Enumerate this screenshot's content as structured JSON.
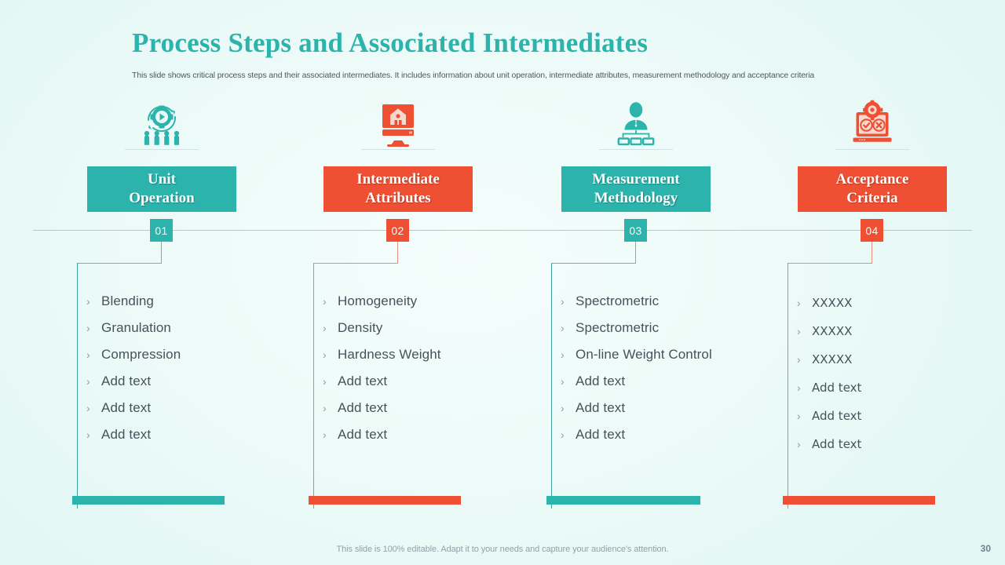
{
  "slide": {
    "title": "Process Steps and Associated Intermediates",
    "subtitle": "This slide shows critical process steps and their associated intermediates. It includes information about unit operation, intermediate attributes, measurement methodology and acceptance criteria",
    "footer_note": "This slide is 100% editable. Adapt it to your needs and capture your audience's attention.",
    "page_number": "30",
    "background_color": "#eafaf8",
    "teal": "#2bb3ac",
    "red": "#ef4f32",
    "text_color": "#46525a",
    "title_color": "#2bb3ac"
  },
  "columns": [
    {
      "number": "01",
      "heading_line1": "Unit",
      "heading_line2": "Operation",
      "accent": "teal",
      "accent_color": "#2bb3ac",
      "icon": "gear-people-icon",
      "items": [
        "Blending",
        "Granulation",
        "Compression",
        "Add  text",
        "Add  text",
        "Add  text"
      ]
    },
    {
      "number": "02",
      "heading_line1": "Intermediate",
      "heading_line2": "Attributes",
      "accent": "red",
      "accent_color": "#ef4f32",
      "icon": "monitor-house-icon",
      "items": [
        "Homogeneity",
        "Density",
        "Hardness  Weight",
        "Add  text",
        "Add  text",
        "Add  text"
      ]
    },
    {
      "number": "03",
      "heading_line1": "Measurement",
      "heading_line2": "Methodology",
      "accent": "teal",
      "accent_color": "#2bb3ac",
      "icon": "org-chart-person-icon",
      "items": [
        "Spectrometric",
        "Spectrometric",
        "On-line  Weight Control",
        "Add  text",
        "Add  text",
        "Add  text"
      ]
    },
    {
      "number": "04",
      "heading_line1": "Acceptance",
      "heading_line2": "Criteria",
      "accent": "red",
      "accent_color": "#ef4f32",
      "icon": "laptop-check-cross-icon",
      "items": [
        "XXXXX",
        "XXXXX",
        "XXXXX",
        "Add text",
        "Add text",
        "Add text"
      ]
    }
  ],
  "bullet_glyph": "›"
}
